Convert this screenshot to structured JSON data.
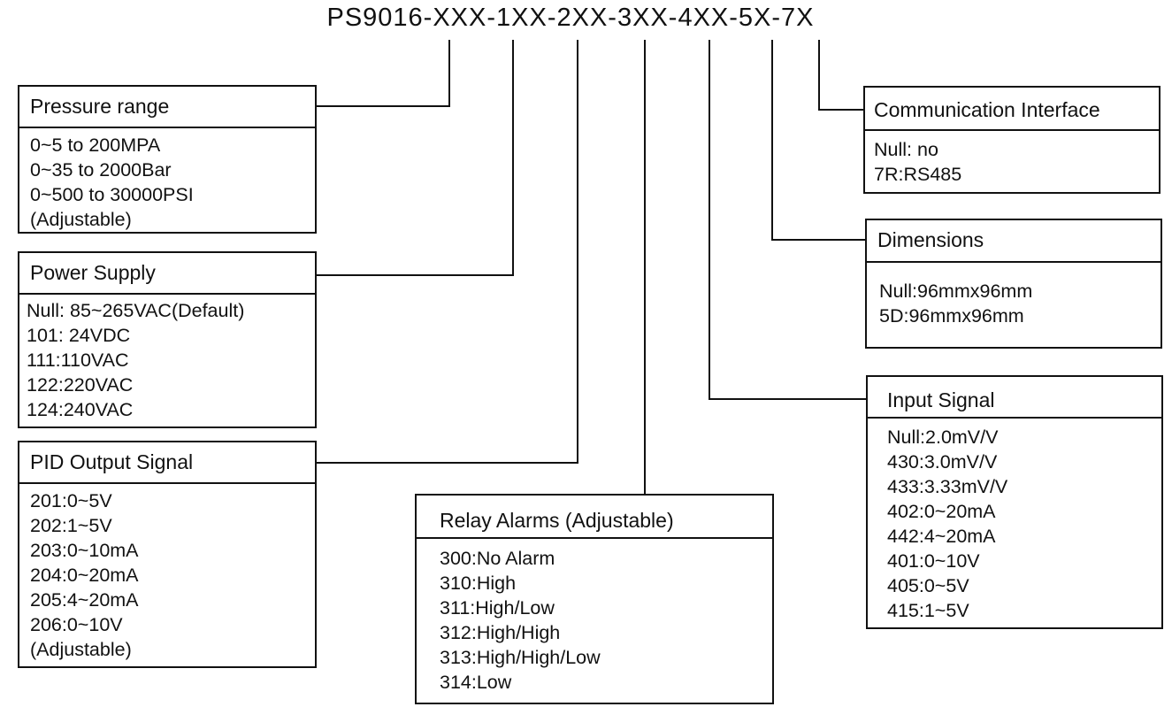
{
  "model_code": "PS9016-XXX-1XX-2XX-3XX-4XX-5X-7X",
  "boxes": {
    "pressure_range": {
      "title": "Pressure range",
      "lines": [
        "0~5 to 200MPA",
        "0~35 to 2000Bar",
        "0~500 to 30000PSI",
        "(Adjustable)"
      ]
    },
    "power_supply": {
      "title": "Power Supply",
      "lines": [
        "Null: 85~265VAC(Default)",
        "101: 24VDC",
        "111:110VAC",
        "122:220VAC",
        "124:240VAC"
      ]
    },
    "pid_output": {
      "title": "PID Output Signal",
      "lines": [
        "201:0~5V",
        "202:1~5V",
        "203:0~10mA",
        "204:0~20mA",
        "205:4~20mA",
        "206:0~10V",
        "(Adjustable)"
      ]
    },
    "relay_alarms": {
      "title": "Relay Alarms (Adjustable)",
      "lines": [
        "300:No Alarm",
        "310:High",
        "311:High/Low",
        "312:High/High",
        "313:High/High/Low",
        "314:Low"
      ]
    },
    "communication": {
      "title": "Communication Interface",
      "lines": [
        "Null: no",
        "7R:RS485"
      ]
    },
    "dimensions": {
      "title": "Dimensions",
      "lines": [
        "Null:96mmx96mm",
        "5D:96mmx96mm"
      ]
    },
    "input_signal": {
      "title": "Input Signal",
      "lines": [
        "Null:2.0mV/V",
        "430:3.0mV/V",
        "433:3.33mV/V",
        "402:0~20mA",
        "442:4~20mA",
        "401:0~10V",
        "405:0~5V",
        "415:1~5V"
      ]
    }
  }
}
